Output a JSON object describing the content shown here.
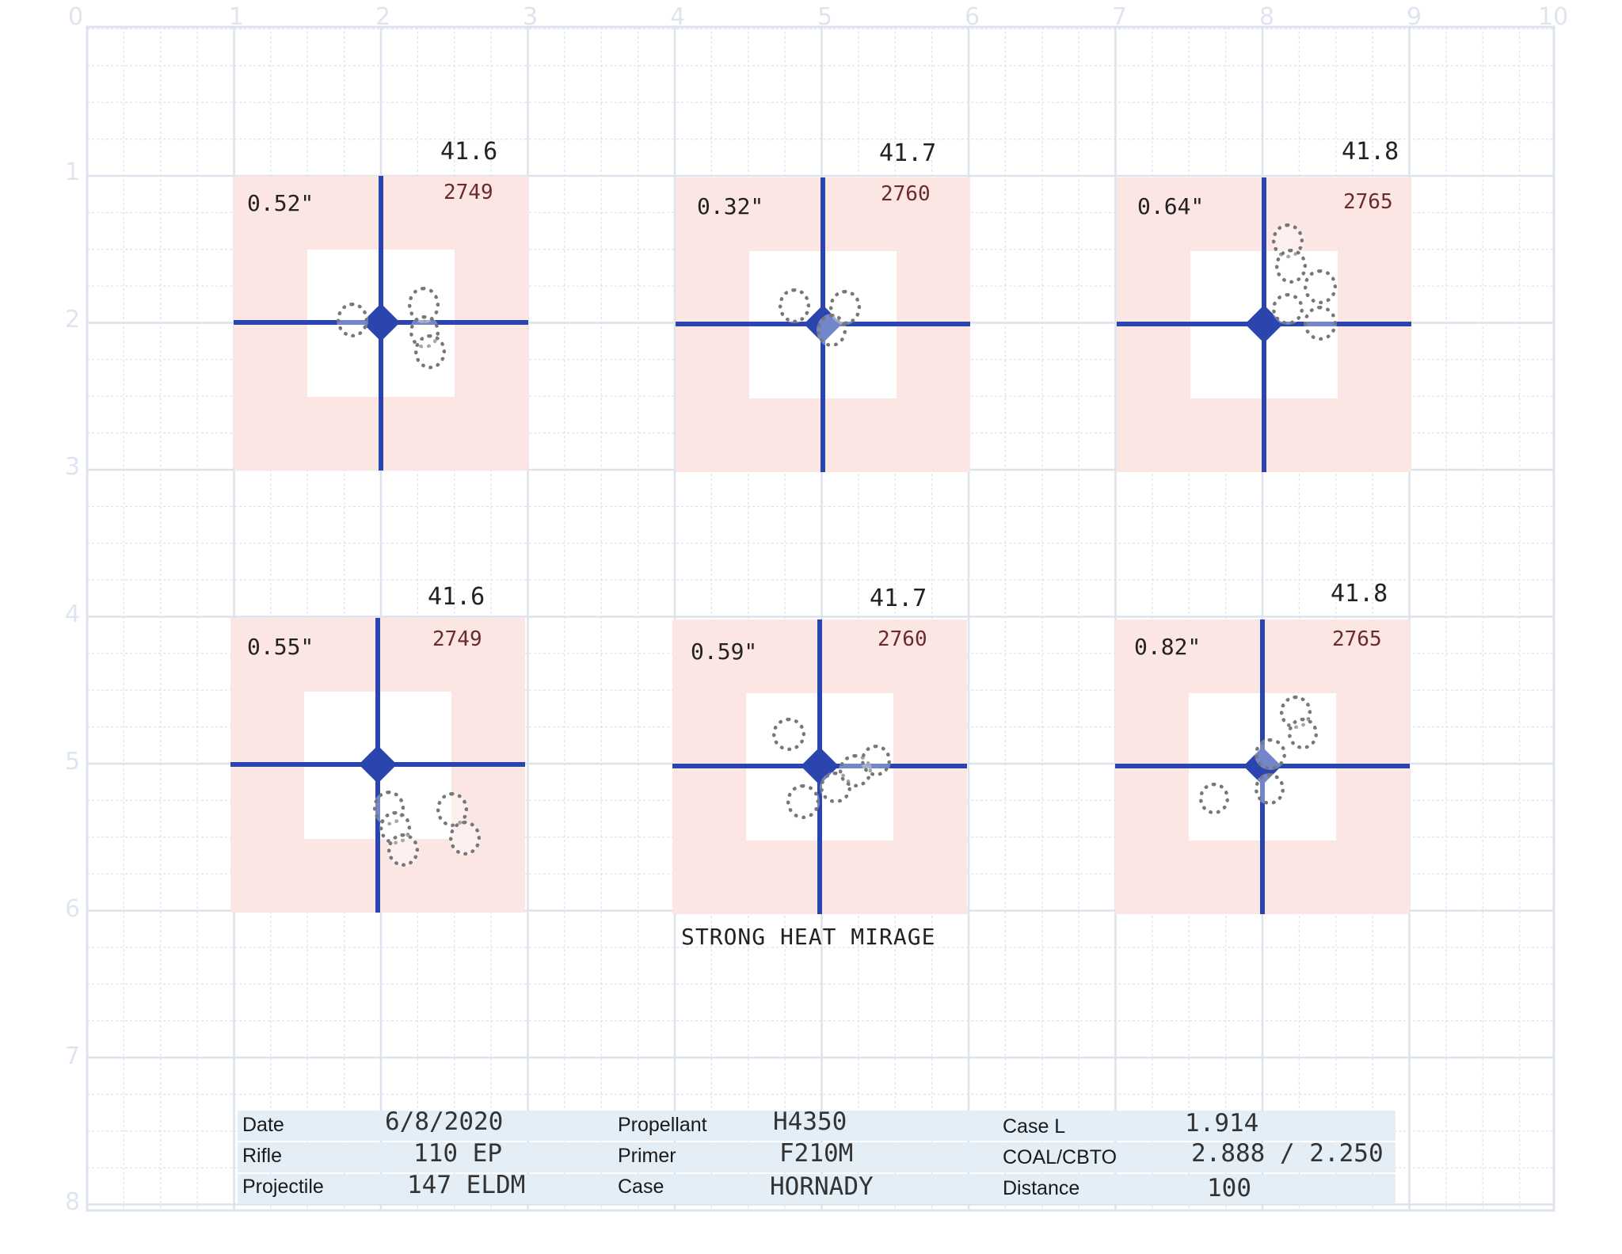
{
  "ruler_top": [
    "0",
    "1",
    "2",
    "3",
    "4",
    "5",
    "6",
    "7",
    "8",
    "9",
    "10"
  ],
  "ruler_left": [
    "1",
    "2",
    "3",
    "4",
    "5",
    "6",
    "7",
    "8"
  ],
  "targets": [
    {
      "charge": "41.6",
      "velocity": "2749",
      "group": "0.52\""
    },
    {
      "charge": "41.7",
      "velocity": "2760",
      "group": "0.32\""
    },
    {
      "charge": "41.8",
      "velocity": "2765",
      "group": "0.64\""
    },
    {
      "charge": "41.6",
      "velocity": "2749",
      "group": "0.55\""
    },
    {
      "charge": "41.7",
      "velocity": "2760",
      "group": "0.59\""
    },
    {
      "charge": "41.8",
      "velocity": "2765",
      "group": "0.82\""
    }
  ],
  "note": "STRONG HEAT MIRAGE",
  "info": {
    "date_label": "Date",
    "date": "6/8/2020",
    "rifle_label": "Rifle",
    "rifle": "110 EP",
    "projectile_label": "Projectile",
    "projectile": "147 ELDM",
    "propellant_label": "Propellant",
    "propellant": "H4350",
    "primer_label": "Primer",
    "primer": "F210M",
    "case_label": "Case",
    "case": "HORNADY",
    "case_l_label": "Case L",
    "case_l": "1.914",
    "coal_label": "COAL/CBTO",
    "coal": "2.888 / 2.250",
    "distance_label": "Distance",
    "distance": "100"
  },
  "colors": {
    "cross": "#2a45ae",
    "pink": "#fbe6e3",
    "grid": "#dde3ec"
  }
}
